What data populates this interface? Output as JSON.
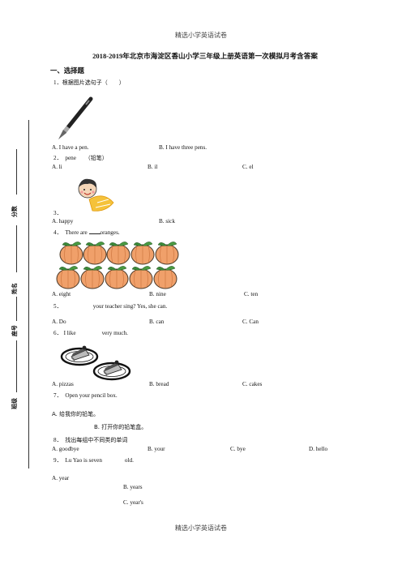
{
  "header": "精选小学英语试卷",
  "footer": "精选小学英语试卷",
  "title": "2018-2019年北京市海淀区香山小学三年级上册英语第一次模拟月考含答案",
  "section1": "一、选择题",
  "sidebar": {
    "score": "分数",
    "name": "姓名",
    "number": "座号",
    "class": "班级"
  },
  "questions": [
    {
      "num": "1．",
      "text": "根据图片选句子（　　）",
      "options": [
        "A. I have a pen.",
        "B. I have three pens."
      ]
    },
    {
      "num": "2．",
      "text": "pene",
      "paren": "（铅笔）",
      "options": [
        "A. li",
        "B. il",
        "C. el"
      ]
    },
    {
      "num": "3．",
      "text": "",
      "options": [
        "A. happy",
        "B. sick"
      ]
    },
    {
      "num": "4．",
      "text_pre": "There are",
      "text_post": "oranges.",
      "options": [
        "A. eight",
        "B. nine",
        "C. ten"
      ]
    },
    {
      "num": "5．",
      "text": "your teacher sing? Yes, she can.",
      "options": [
        "A. Do",
        "B. can",
        "C. Can"
      ]
    },
    {
      "num": "6．",
      "text_pre": "I like",
      "text_post": "very much.",
      "options": [
        "A. pizzas",
        "B. bread",
        "C. cakes"
      ]
    },
    {
      "num": "7．",
      "text": "Open your pencil box.",
      "options": [
        "A. 给我你的铅笔。",
        "B. 打开你的铅笔盒。"
      ]
    },
    {
      "num": "8．",
      "text": "找出每组中不同类的单词",
      "options": [
        "A. goodbye",
        "B. your",
        "C. bye",
        "D. hello"
      ]
    },
    {
      "num": "9．",
      "text": "Lu Yao is seven",
      "text_post": "old.",
      "options": [
        "A. year",
        "B. years",
        "C. year's"
      ]
    }
  ]
}
